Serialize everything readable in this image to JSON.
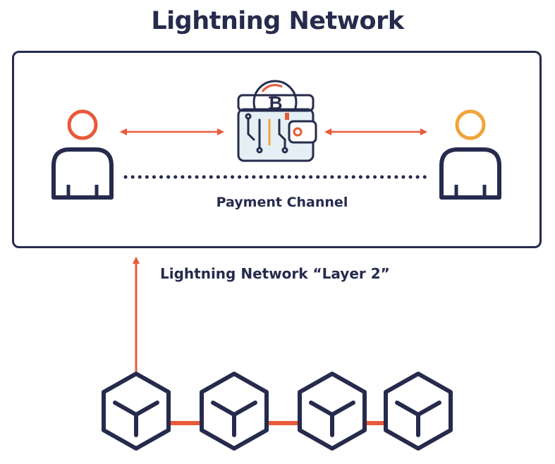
{
  "title": "Lightning Network",
  "channel": {
    "label": "Payment Channel"
  },
  "layer": {
    "label": "Lightning Network “Layer 2”"
  },
  "icons": {
    "user_left": "user-icon",
    "user_right": "user-icon",
    "wallet": "bitcoin-wallet-icon",
    "blocks": "blockchain-cube-icon"
  },
  "colors": {
    "navy": "#262b4d",
    "orange_red": "#e85a3a",
    "amber": "#f0a43a"
  }
}
